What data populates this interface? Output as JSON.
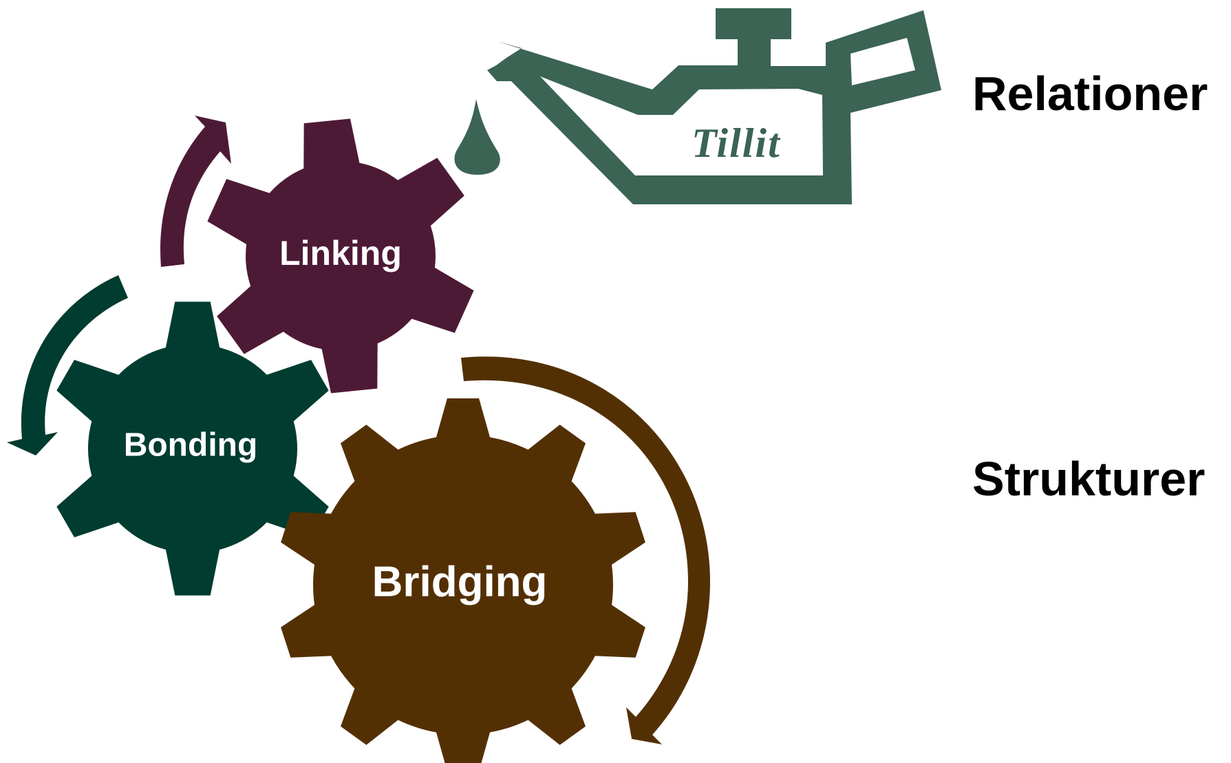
{
  "gears": {
    "linking": {
      "label": "Linking",
      "color": "#4d1a36"
    },
    "bonding": {
      "label": "Bonding",
      "color": "#003c30"
    },
    "bridging": {
      "label": "Bridging",
      "color": "#533004"
    }
  },
  "oil_can": {
    "label": "Tillit",
    "color": "#3b6454"
  },
  "side_labels": {
    "relationships": "Relationer",
    "structures": "Strukturer"
  },
  "colors": {
    "text": "#000000",
    "gear_text": "#ffffff"
  }
}
